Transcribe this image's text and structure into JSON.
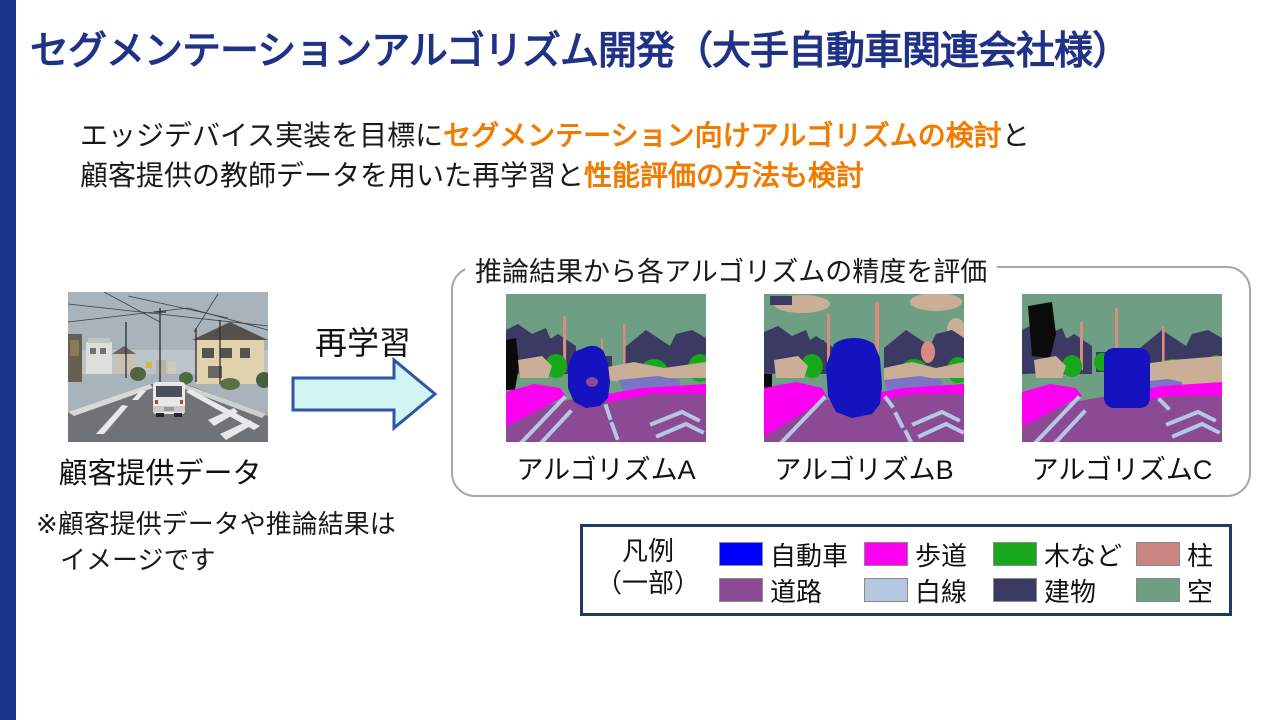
{
  "slide": {
    "title": "セグメンテーションアルゴリズム開発（大手自動車関連会社様）",
    "intro": {
      "segments": [
        {
          "text": "エッジデバイス実装を目標に"
        },
        {
          "text": "セグメンテーション向けアルゴリズムの検討"
        },
        {
          "text": "と"
        },
        {
          "text": "顧客提供の教師データを用いた再学習と"
        },
        {
          "text": "性能評価の方法も検討"
        }
      ]
    },
    "photo_caption": "顧客提供データ",
    "arrow_label": "再学習",
    "results_box_title": "推論結果から各アルゴリズムの精度を評価",
    "algorithms": [
      {
        "label": "アルゴリズムA"
      },
      {
        "label": "アルゴリズムB"
      },
      {
        "label": "アルゴリズムC"
      }
    ],
    "note": {
      "line1": "※顧客提供データや推論結果は",
      "line2": "イメージです"
    },
    "legend": {
      "title_line1": "凡例",
      "title_line2": "（一部）",
      "items": [
        {
          "label": "自動車",
          "color": "#0000FD"
        },
        {
          "label": "歩道",
          "color": "#FB00F1"
        },
        {
          "label": "木など",
          "color": "#18A81C"
        },
        {
          "label": "柱",
          "color": "#C98583"
        },
        {
          "label": "道路",
          "color": "#8B4A93"
        },
        {
          "label": "白線",
          "color": "#B5C8E2"
        },
        {
          "label": "建物",
          "color": "#3A3A62"
        },
        {
          "label": "空",
          "color": "#6E9E83"
        }
      ]
    },
    "colors": {
      "accent_navy": "#203285",
      "left_bar_navy": "#1A3487",
      "highlight_orange": "#EF7B00",
      "arrow_fill": "#D0F5F2",
      "arrow_stroke": "#2F55A8",
      "box_border_gray": "#A8A8A8",
      "legend_border_navy": "#203864"
    }
  }
}
